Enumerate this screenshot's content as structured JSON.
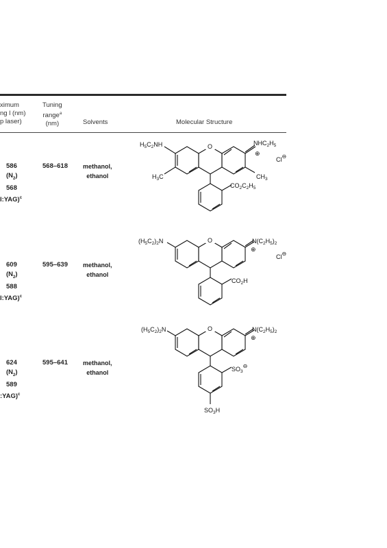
{
  "header": {
    "max": [
      "ximum",
      "ng l (nm)",
      "p laser)"
    ],
    "tuning": [
      "Tuning",
      "range",
      "a",
      "(nm)"
    ],
    "solvents": "Solvents",
    "structure": "Molecular Structure"
  },
  "rows": [
    {
      "max_lines": [
        "586",
        "(N2)",
        "568",
        "l:YAG)c"
      ],
      "tuning": "568–618",
      "solvents": [
        "methanol,",
        "ethanol"
      ],
      "labels": {
        "left_amine": "H5C2NH",
        "right_amine": "NHC2H5",
        "counter": "Cl",
        "left_methyl": "H3C",
        "right_methyl": "CH3",
        "ester": "CO2C2H5"
      }
    },
    {
      "max_lines": [
        "609",
        "(N2)",
        "588",
        "l:YAG)c"
      ],
      "tuning": "595–639",
      "solvents": [
        "methanol,",
        "ethanol"
      ],
      "labels": {
        "left_amine": "(H5C2)2N",
        "right_amine": "N(C2H5)2",
        "counter": "Cl",
        "acid": "CO2H"
      }
    },
    {
      "max_lines": [
        "624",
        "(N2)",
        "589",
        ":YAG)c"
      ],
      "tuning": "595–641",
      "solvents": [
        "methanol,",
        "ethanol"
      ],
      "labels": {
        "left_amine": "(H5C2)2N",
        "right_amine": "N(C2H5)2",
        "sulfonate": "SO3",
        "sulfonic_acid": "SO3H"
      }
    }
  ]
}
